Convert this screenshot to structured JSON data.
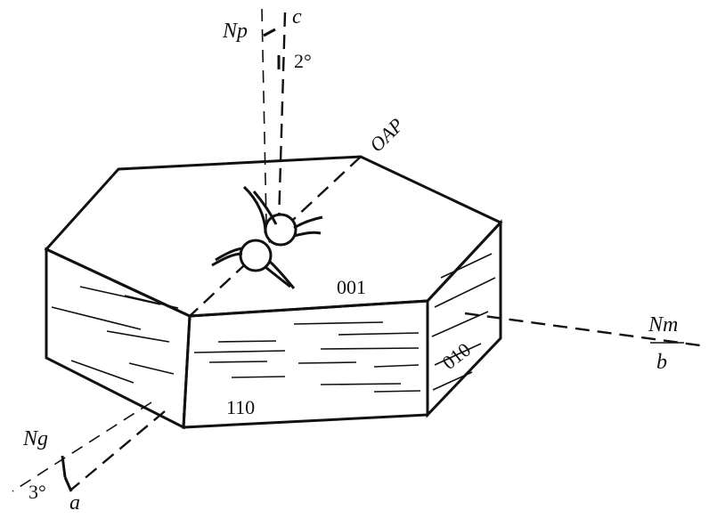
{
  "labels": {
    "np": "Np",
    "c": "c",
    "angle_c": "2°",
    "oap": "OAP",
    "face_001": "001",
    "face_110": "110",
    "face_010": "010",
    "nm": "Nm",
    "b": "b",
    "ng": "Ng",
    "angle_a": "3°",
    "a": "a"
  }
}
